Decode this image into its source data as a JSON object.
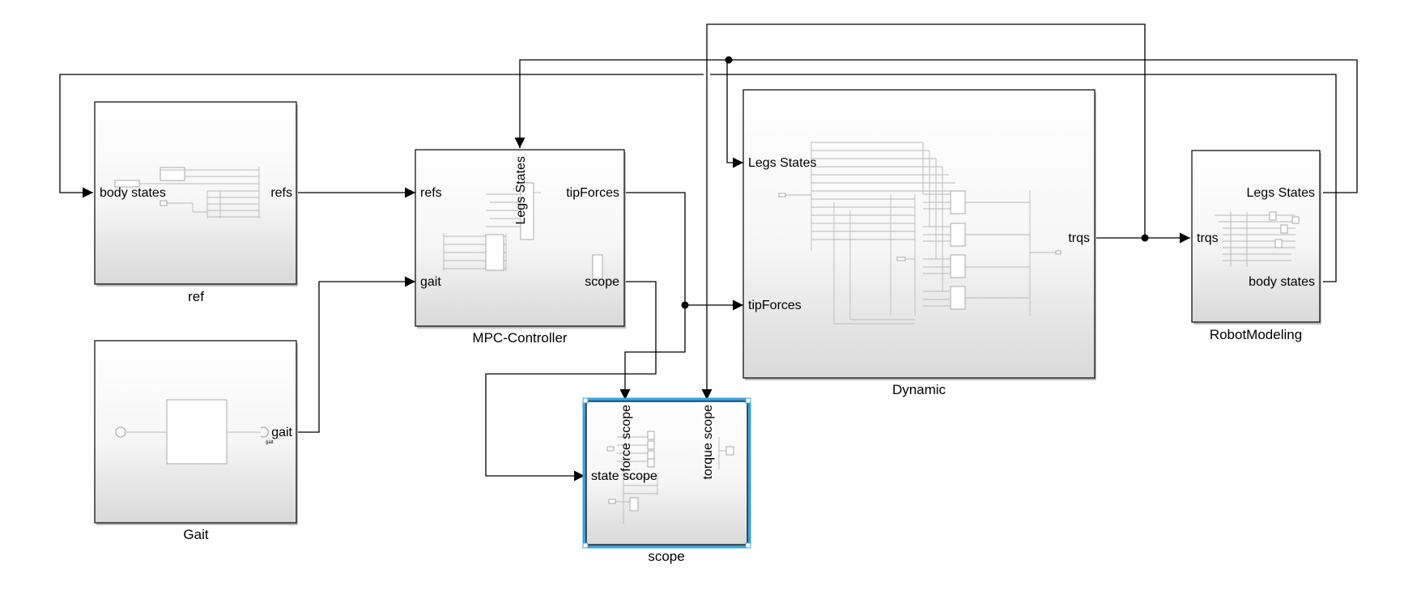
{
  "blocks": {
    "ref": {
      "name": "ref",
      "inputs": [
        "body states"
      ],
      "outputs": [
        "refs"
      ]
    },
    "gait": {
      "name": "Gait",
      "outputs": [
        "gait"
      ]
    },
    "mpc": {
      "name": "MPC-Controller",
      "inputs": [
        "refs",
        "gait",
        "Legs States"
      ],
      "outputs": [
        "tipForces",
        "scope"
      ]
    },
    "scope": {
      "name": "scope",
      "inputs": [
        "force scope",
        "state scope",
        "torque scope"
      ],
      "selected": true
    },
    "dynamic": {
      "name": "Dynamic",
      "inputs": [
        "Legs States",
        "tipForces"
      ],
      "outputs": [
        "trqs"
      ]
    },
    "robot": {
      "name": "RobotModeling",
      "inputs": [
        "trqs"
      ],
      "outputs": [
        "Legs States",
        "body states"
      ]
    }
  },
  "colors": {
    "selection": "#3aa0e0",
    "block_top": "#ffffff",
    "block_bottom": "#dcdcdc"
  }
}
